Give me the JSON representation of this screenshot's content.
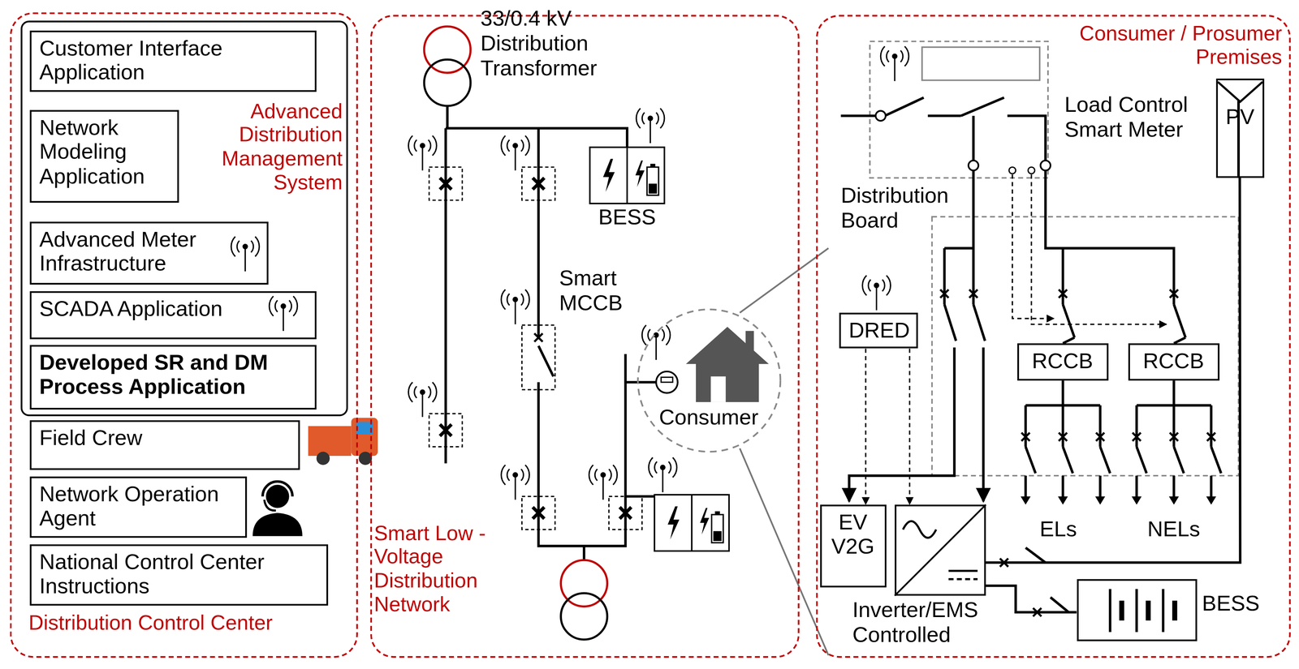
{
  "diagram": {
    "nodes": [
      {
        "text": [
          "Distribution Control Center"
        ]
      },
      {
        "text": [
          "Advanced Distribution Management System"
        ],
        "in": 0
      },
      {
        "text": [
          "Customer Interface Application"
        ],
        "in": 1
      },
      {
        "text": [
          "Network Modeling Application"
        ],
        "in": 1
      },
      {
        "text": [
          "Advanced Meter Infrastructure"
        ],
        "in": 1
      },
      {
        "text": [
          "SCADA Application"
        ],
        "in": 1
      },
      {
        "text": [
          "Developed SR and DM Process Application"
        ],
        "in": 1
      },
      {
        "text": [
          "Field Crew"
        ],
        "in": 0
      },
      {
        "text": [
          "Network Operation Agent"
        ],
        "in": 0
      },
      {
        "text": [
          "National Control Center Instructions"
        ],
        "in": 0
      },
      {
        "text": [
          "Smart Low - Voltage Distribution Network"
        ]
      },
      {
        "text": [
          "Consumer"
        ],
        "in": 10
      },
      {
        "text": [
          "Consumer / Prosumer Premises"
        ]
      },
      {
        "text": [
          "PV"
        ],
        "in": 12
      },
      {
        "text": [
          "DRED"
        ],
        "in": 12
      },
      {
        "text": [
          "RCCB"
        ],
        "in": 12
      },
      {
        "text": [
          "RCCB"
        ],
        "in": 12
      },
      {
        "text": [
          "EV V2G"
        ],
        "in": 12
      },
      {
        "text": [
          "Inverter/EMS Controlled"
        ],
        "in": 12
      },
      {
        "text": [
          "BESS"
        ],
        "in": 12
      }
    ],
    "edges": [
      {
        "from": 14,
        "to": 17,
        "arrow": "to"
      },
      {
        "from": 14,
        "to": 18,
        "arrow": "to"
      },
      {
        "from": 13,
        "to": 18,
        "arrow": "none"
      },
      {
        "from": 18,
        "to": 19,
        "arrow": "none"
      }
    ],
    "labels": [
      "33/0.4 kV Distribution Transformer",
      "BESS",
      "Smart MCCB",
      "Load Control Smart Meter",
      "Distribution Board",
      "ELs",
      "NELs"
    ]
  }
}
